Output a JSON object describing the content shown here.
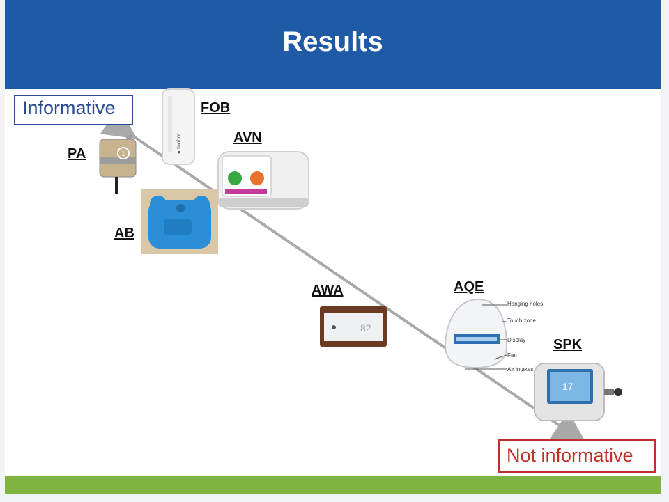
{
  "title": "Results",
  "scale": {
    "top_label": "Informative",
    "bottom_label": "Not informative"
  },
  "devices": [
    {
      "id": "FOB",
      "label": "FOB"
    },
    {
      "id": "AVN",
      "label": "AVN"
    },
    {
      "id": "PA",
      "label": "PA"
    },
    {
      "id": "AB",
      "label": "AB"
    },
    {
      "id": "AWA",
      "label": "AWA",
      "display_text": "82"
    },
    {
      "id": "AQE",
      "label": "AQE",
      "callouts": [
        "Hanging holes",
        "Touch zone",
        "Display",
        "Fan",
        "Air intakes"
      ]
    },
    {
      "id": "SPK",
      "label": "SPK",
      "display_text": "17"
    }
  ],
  "colors": {
    "title_bar": "#1f5aa6",
    "footer_bar": "#7fb443",
    "informative": "#2b4c95",
    "not_informative": "#c0302a",
    "arrow": "#a9a9a9"
  }
}
